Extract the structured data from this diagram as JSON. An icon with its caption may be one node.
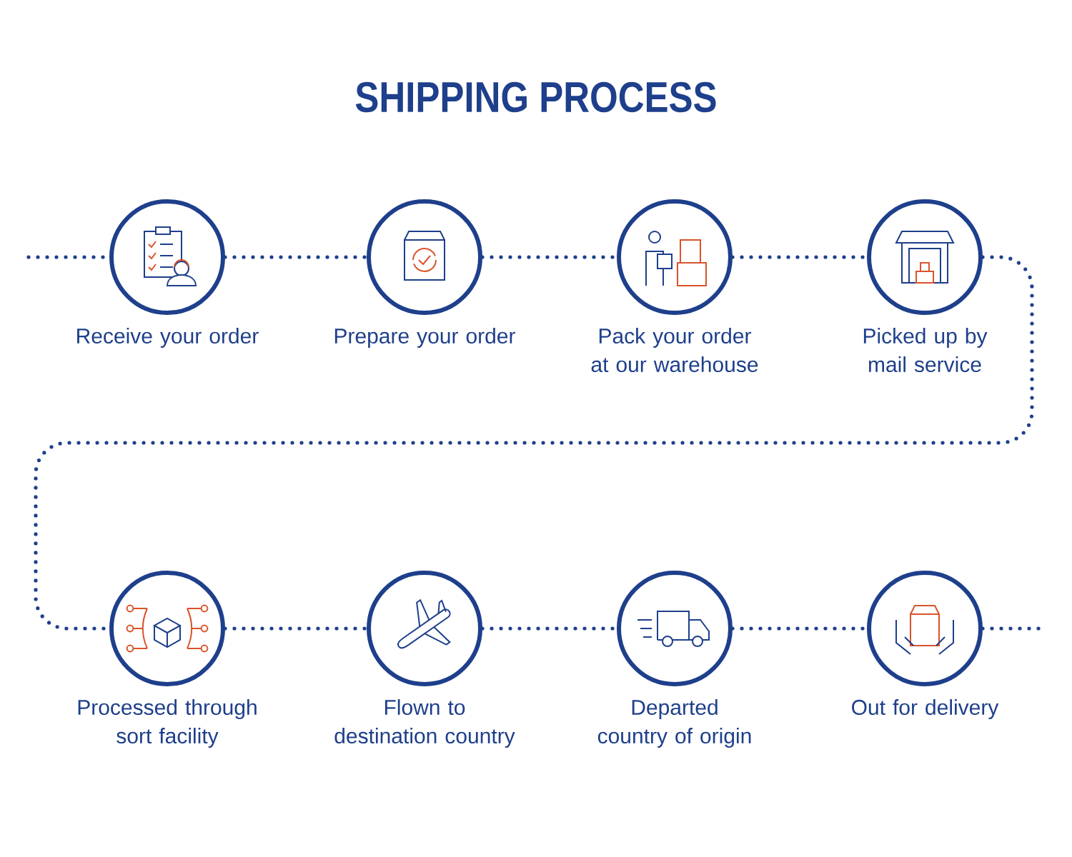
{
  "diagram": {
    "title": "SHIPPING PROCESS",
    "nodes": [
      {
        "text": [],
        "shape": "circle",
        "beside": [
          "Receive your order"
        ]
      },
      {
        "text": [],
        "shape": "circle",
        "beside": [
          "Prepare your order"
        ]
      },
      {
        "text": [],
        "shape": "circle",
        "beside": [
          "Pack your order at our warehouse"
        ]
      },
      {
        "text": [],
        "shape": "circle",
        "beside": [
          "Picked up by mail service"
        ]
      },
      {
        "text": [],
        "shape": "circle",
        "beside": [
          "Processed through sort facility"
        ]
      },
      {
        "text": [],
        "shape": "circle",
        "beside": [
          "Flown to destination country"
        ]
      },
      {
        "text": [],
        "shape": "circle",
        "beside": [
          "Departed country of origin"
        ]
      },
      {
        "text": [],
        "shape": "circle",
        "beside": [
          "Out for delivery"
        ]
      }
    ],
    "edges": [
      {
        "from": null,
        "to": 0,
        "arrow": "none"
      },
      {
        "from": 0,
        "to": 1,
        "arrow": "none"
      },
      {
        "from": 1,
        "to": 2,
        "arrow": "none"
      },
      {
        "from": 2,
        "to": 3,
        "arrow": "none"
      },
      {
        "from": 3,
        "to": 4,
        "arrow": "none"
      },
      {
        "from": 4,
        "to": 5,
        "arrow": "none"
      },
      {
        "from": 5,
        "to": 6,
        "arrow": "none"
      },
      {
        "from": 6,
        "to": 7,
        "arrow": "none"
      },
      {
        "from": 7,
        "to": null,
        "arrow": "none"
      }
    ]
  }
}
